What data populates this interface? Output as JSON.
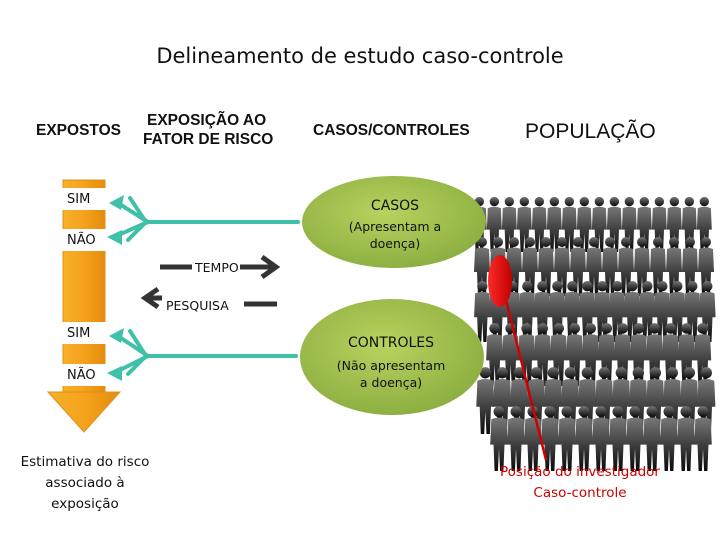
{
  "title": "Delineamento de estudo caso-controle",
  "headers": {
    "expostos": "EXPOSTOS",
    "exposicao_line1": "EXPOSIÇÃO  AO",
    "exposicao_line2": "FATOR DE RISCO",
    "casos_controles": "CASOS/CONTROLES",
    "populacao": "POPULAÇÃO"
  },
  "exposure_labels": {
    "top_sim": "SIM",
    "top_nao": "NÃO",
    "bottom_sim": "SIM",
    "bottom_nao": "NÃO"
  },
  "arrows": {
    "tempo": "TEMPO",
    "pesquisa": "PESQUISA"
  },
  "casos": {
    "title": "CASOS",
    "subtitle": "(Apresentam a doença)"
  },
  "controles": {
    "title": "CONTROLES",
    "subtitle": "(Não apresentam a doença)"
  },
  "estimativa": "Estimativa do risco associado à exposição",
  "investigador": {
    "line1": "Posição do investigador",
    "line2": "Caso-controle"
  },
  "colors": {
    "orange": "#f5a21c",
    "green_ellipse": "#9bbb4a",
    "teal_arrow": "#3fc0a8",
    "investigator_red": "#e00000"
  }
}
